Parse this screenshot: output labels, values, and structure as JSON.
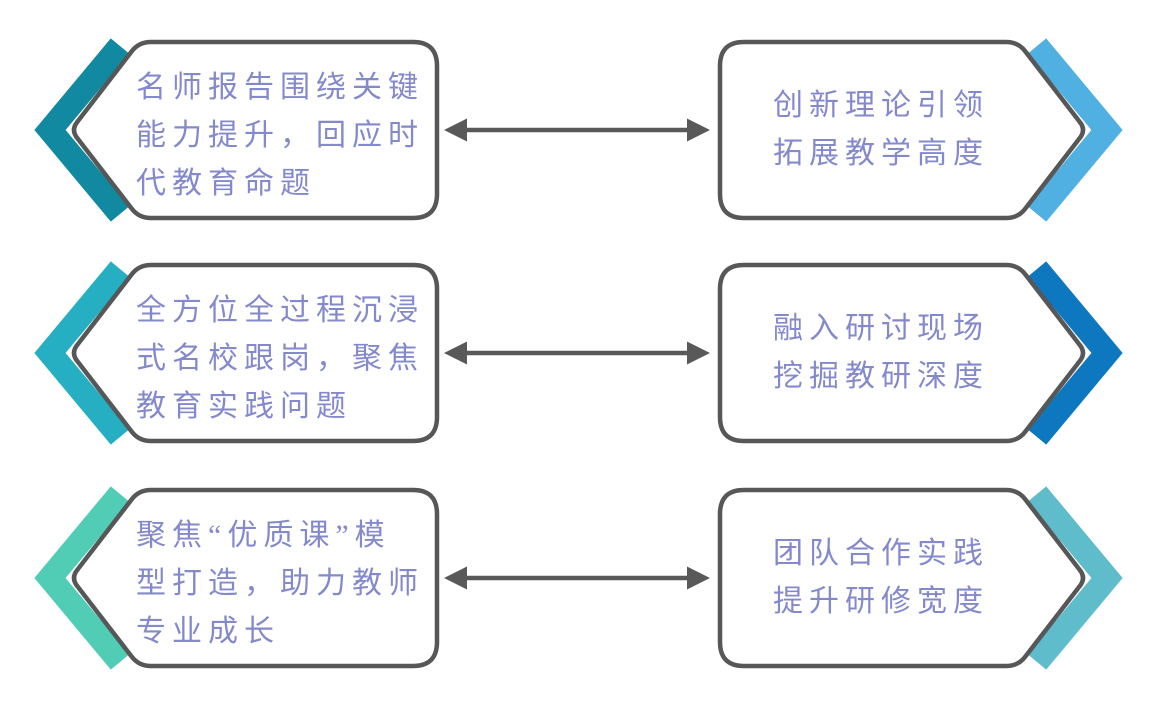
{
  "diagram": {
    "background": "#FFFFFF",
    "outline_color": "#575757",
    "arrow_color": "#595959",
    "text_color": "#8489CB",
    "rows": [
      {
        "left": {
          "lines": [
            "名师报告围绕关键",
            "能力提升，回应时",
            "代教育命题"
          ],
          "chevron_color": "#1189A1"
        },
        "right": {
          "lines": [
            "创新理论引领",
            "拓展教学高度"
          ],
          "chevron_color": "#4FB0E1"
        },
        "connector": "double-headed-arrow"
      },
      {
        "left": {
          "lines": [
            "全方位全过程沉浸",
            "式名校跟岗，聚焦",
            "教育实践问题"
          ],
          "chevron_color": "#26AFC2"
        },
        "right": {
          "lines": [
            "融入研讨现场",
            "挖掘教研深度"
          ],
          "chevron_color": "#0D77C0"
        },
        "connector": "double-headed-arrow"
      },
      {
        "left": {
          "lines": [
            "聚焦“优质课”模",
            "型打造，助力教师",
            "专业成长"
          ],
          "chevron_color": "#50CDB4"
        },
        "right": {
          "lines": [
            "团队合作实践",
            "提升研修宽度"
          ],
          "chevron_color": "#5FBCCA"
        },
        "connector": "double-headed-arrow"
      }
    ]
  }
}
